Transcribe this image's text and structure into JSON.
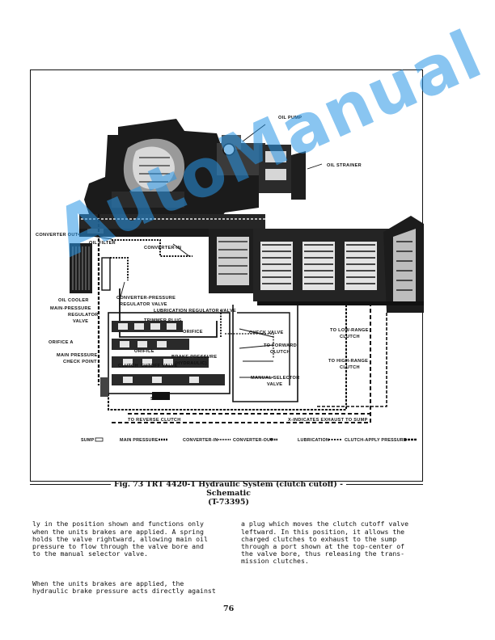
{
  "figure": {
    "labels": {
      "oil_pump": "OIL PUMP",
      "oil_strainer": "OIL STRAINER",
      "converter_out": "CONVERTER OUT",
      "oil_filter": "OIL FILTER",
      "converter_in": "CONVERTER-IN",
      "oil_cooler": "OIL COOLER",
      "converter_pressure_regulator_valve": [
        "CONVERTER-PRESSURE",
        "REGULATOR VALVE"
      ],
      "main_pressure_regulator_valve": [
        "MAIN-PRESSURE",
        "REGULATOR",
        "VALVE"
      ],
      "lubrication_regulator_valve": "LUBRICATION REGULATOR VALVE",
      "trimmer_plug": "TRIMMER PLUG",
      "orifice_top": "ORIFICE",
      "orifice_a": "ORIFICE A",
      "orifice_b": "ORIFICE",
      "check_valve": "CHECK VALVE",
      "to_low_range_clutch": [
        "TO LOW-RANGE",
        "CLUTCH"
      ],
      "to_forward_clutch": [
        "TO FORWARD",
        "CLUTCH"
      ],
      "to_high_range_clutch": [
        "TO HIGH-RANGE",
        "CLUTCH"
      ],
      "main_pressure_check_point": [
        "MAIN PRESSURE",
        "CHECK POINT"
      ],
      "brake_pressure": [
        "BRAKE PRESSURE",
        "(HYDRAULIC)"
      ],
      "clutch": "CLUTCH",
      "cutoff_valve": "CUTOFF VALVE",
      "manual_selector_valve": [
        "MANUAL SELECTOR",
        "VALVE"
      ],
      "stop": "STOP",
      "to_reverse_clutch": "TO REVERSE CLUTCH",
      "exhaust_note": "X-INDICATES EXHAUST TO SUMP"
    },
    "legend": {
      "sump": "SUMP",
      "main_pressure": "MAIN PRESSURE",
      "converter_in": "CONVERTER-IN",
      "converter_out": "CONVERTER-OUT",
      "lubrication": "LUBRICATION",
      "clutch_apply_pressure": "CLUTCH-APPLY PRESSURE"
    }
  },
  "watermark": "AutoManual",
  "caption": {
    "line1": "Fig. 73 TRT 4420-1 Hydraulic System (clutch cutoff) - Schematic",
    "line2": "(T-73395)"
  },
  "body": {
    "left_col": [
      "ly in the position shown and functions only\nwhen the units brakes are applied. A spring\nholds the valve rightward, allowing main oil\npressure to flow through the valve bore and\nto the manual selector valve.",
      "When the units brakes are applied, the\nhydraulic brake pressure acts directly against"
    ],
    "right_col": [
      "a plug which moves the clutch cutoff valve\nleftward. In this position, it allows the\ncharged clutches to exhaust to the sump\nthrough a port shown at the top-center of\nthe valve bore, thus releasing the trans-\nmission clutches."
    ]
  },
  "page_number": "76"
}
